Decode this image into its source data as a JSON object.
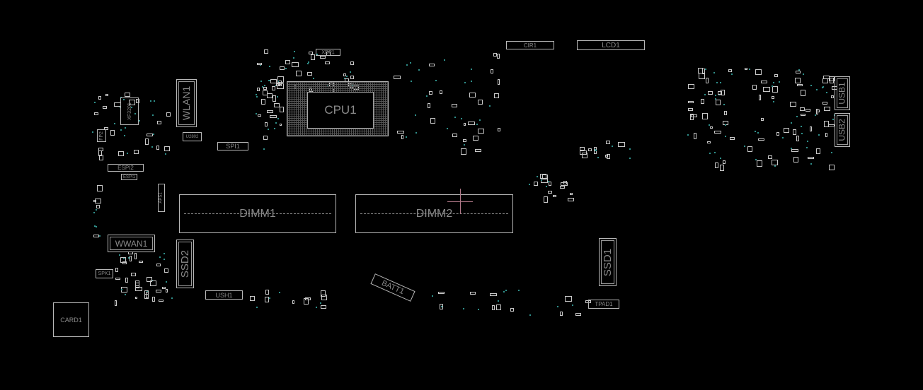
{
  "board": {
    "components": {
      "cpu": "CPU1",
      "dimm1": "DIMM1",
      "dimm2": "DIMM2",
      "wlan": "WLAN1",
      "wwan": "WWAN1",
      "xf": "XF3201",
      "fp": "FP2",
      "u2802": "U2802",
      "espi2": "ESPI2",
      "espi1": "ESPI1",
      "spi": "SPI1",
      "xdp": "XDP1",
      "cir": "CIR1",
      "lcd": "LCD1",
      "usb1": "USB1",
      "usb2": "USB2",
      "spk": "SPK1",
      "ssd2": "SSD2",
      "ssd1": "SSD1",
      "ush": "USH1",
      "batt": "BATT1",
      "tpad": "TPAD1",
      "card": "CARD1",
      "aps": "APS1"
    },
    "colors": {
      "background": "#000000",
      "outline": "#b8b8b8",
      "label": "#8a8a8a",
      "via": "#2f8f8a",
      "cursor": "#b07888"
    }
  }
}
